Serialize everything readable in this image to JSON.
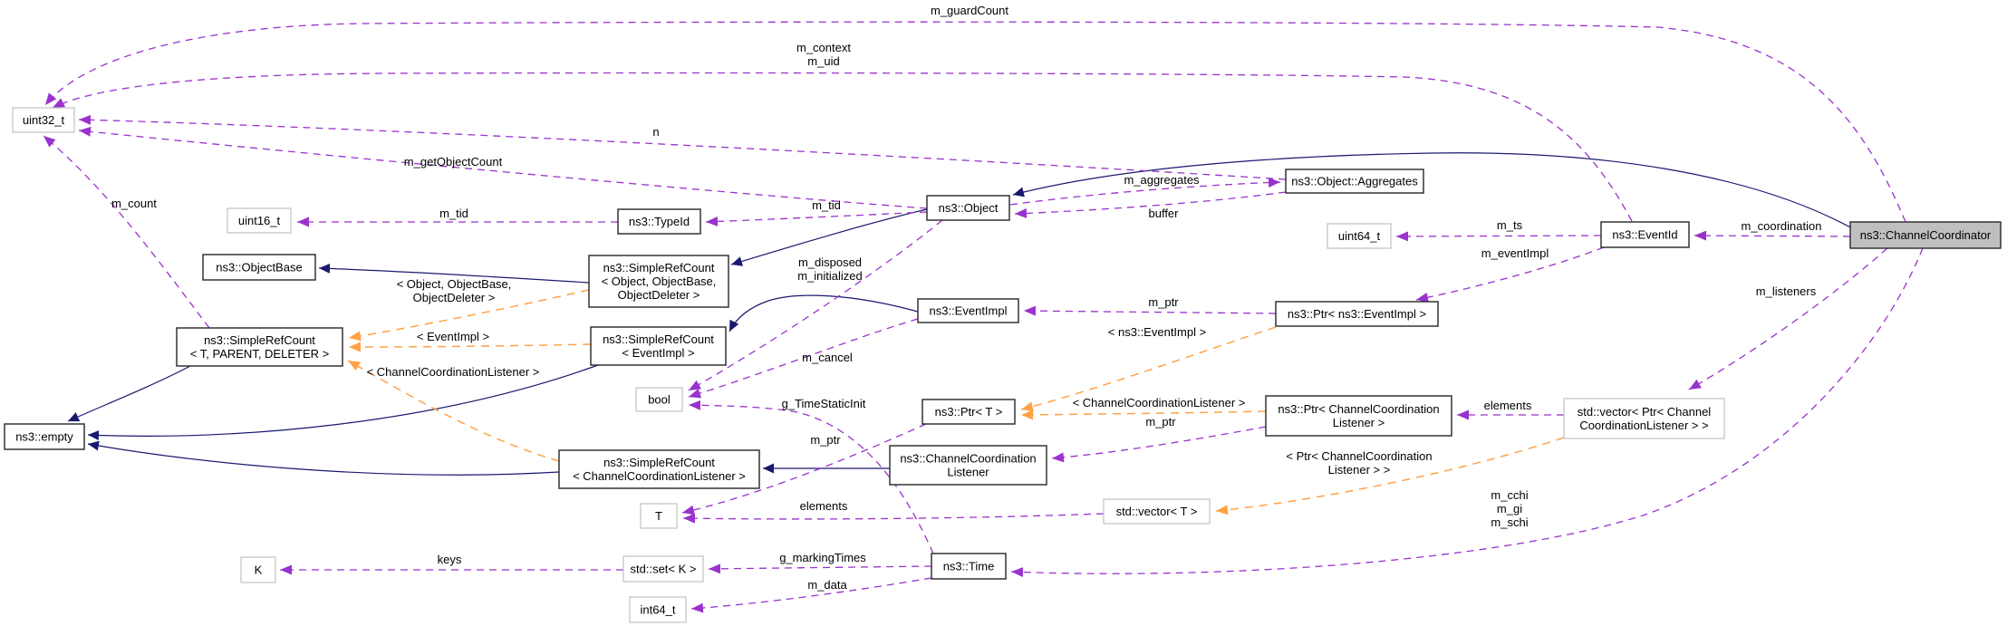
{
  "diagram": {
    "kind": "doxygen-collaboration-graph",
    "highlighted_node": "ns3::ChannelCoordinator",
    "colors": {
      "inherit": "#191970",
      "use": "#9a32cd",
      "template": "#ffa245",
      "strong_border": "#333333",
      "weak_border": "#c2c2c2",
      "node_fill": "#ffffff",
      "highlight_fill": "#bfbfbf",
      "text": "#000000",
      "background": "#ffffff"
    },
    "nodes": [
      {
        "id": "uint32_t",
        "kind": "weak",
        "lines": [
          "uint32_t"
        ]
      },
      {
        "id": "uint16_t",
        "kind": "weak",
        "lines": [
          "uint16_t"
        ]
      },
      {
        "id": "objectbase",
        "kind": "strong",
        "lines": [
          "ns3::ObjectBase"
        ]
      },
      {
        "id": "src_tpd",
        "kind": "strong",
        "lines": [
          "ns3::SimpleRefCount",
          "< T, PARENT, DELETER >"
        ]
      },
      {
        "id": "empty",
        "kind": "strong",
        "lines": [
          "ns3::empty"
        ]
      },
      {
        "id": "typeid",
        "kind": "strong",
        "lines": [
          "ns3::TypeId"
        ]
      },
      {
        "id": "src_obj",
        "kind": "strong",
        "lines": [
          "ns3::SimpleRefCount",
          "< Object, ObjectBase,",
          "ObjectDeleter >"
        ]
      },
      {
        "id": "src_evt",
        "kind": "strong",
        "lines": [
          "ns3::SimpleRefCount",
          "< EventImpl >"
        ]
      },
      {
        "id": "bool",
        "kind": "weak",
        "lines": [
          "bool"
        ]
      },
      {
        "id": "src_ccl",
        "kind": "strong",
        "lines": [
          "ns3::SimpleRefCount",
          "< ChannelCoordinationListener >"
        ]
      },
      {
        "id": "t",
        "kind": "weak",
        "lines": [
          "T"
        ]
      },
      {
        "id": "k",
        "kind": "weak",
        "lines": [
          "K"
        ]
      },
      {
        "id": "set_k",
        "kind": "weak",
        "lines": [
          "std::set< K >"
        ]
      },
      {
        "id": "int64_t",
        "kind": "weak",
        "lines": [
          "int64_t"
        ]
      },
      {
        "id": "time",
        "kind": "strong",
        "lines": [
          "ns3::Time"
        ]
      },
      {
        "id": "object",
        "kind": "strong",
        "lines": [
          "ns3::Object"
        ]
      },
      {
        "id": "eventimpl",
        "kind": "strong",
        "lines": [
          "ns3::EventImpl"
        ]
      },
      {
        "id": "ptr_t",
        "kind": "strong",
        "lines": [
          "ns3::Ptr< T >"
        ]
      },
      {
        "id": "ccl",
        "kind": "strong",
        "lines": [
          "ns3::ChannelCoordination",
          "Listener"
        ]
      },
      {
        "id": "vector_t",
        "kind": "weak",
        "lines": [
          "std::vector< T >"
        ]
      },
      {
        "id": "aggregates",
        "kind": "strong",
        "lines": [
          "ns3::Object::Aggregates"
        ]
      },
      {
        "id": "uint64_t",
        "kind": "weak",
        "lines": [
          "uint64_t"
        ]
      },
      {
        "id": "ptr_eventimpl",
        "kind": "strong",
        "lines": [
          "ns3::Ptr< ns3::EventImpl >"
        ]
      },
      {
        "id": "ptr_ccl",
        "kind": "strong",
        "lines": [
          "ns3::Ptr< ChannelCoordination",
          "Listener >"
        ]
      },
      {
        "id": "vector_ptr_ccl",
        "kind": "weak",
        "lines": [
          "std::vector< Ptr< Channel",
          "CoordinationListener > >"
        ]
      },
      {
        "id": "eventid",
        "kind": "strong",
        "lines": [
          "ns3::EventId"
        ]
      },
      {
        "id": "coordinator",
        "kind": "highlight",
        "lines": [
          "ns3::ChannelCoordinator"
        ]
      }
    ],
    "edges": [
      {
        "id": "i_cc_obj",
        "from": "coordinator",
        "to": "object",
        "kind": "inherit",
        "labels": []
      },
      {
        "id": "i_obj_srcobj",
        "from": "object",
        "to": "src_obj",
        "kind": "inherit",
        "labels": []
      },
      {
        "id": "i_srcobj_ob",
        "from": "src_obj",
        "to": "objectbase",
        "kind": "inherit",
        "labels": []
      },
      {
        "id": "i_evt_srcevt",
        "from": "eventimpl",
        "to": "src_evt",
        "kind": "inherit",
        "labels": []
      },
      {
        "id": "i_ccl_srcccl",
        "from": "ccl",
        "to": "src_ccl",
        "kind": "inherit",
        "labels": []
      },
      {
        "id": "i_srctpd_empty",
        "from": "src_tpd",
        "to": "empty",
        "kind": "inherit",
        "labels": []
      },
      {
        "id": "i_srcevt_empty",
        "from": "src_evt",
        "to": "empty",
        "kind": "inherit",
        "labels": []
      },
      {
        "id": "i_srcccl_empty",
        "from": "src_ccl",
        "to": "empty",
        "kind": "inherit",
        "labels": []
      },
      {
        "id": "u_guard",
        "from": "coordinator",
        "to": "uint32_t",
        "kind": "use",
        "labels": [
          "m_guardCount"
        ]
      },
      {
        "id": "u_ctx",
        "from": "eventid",
        "to": "uint32_t",
        "kind": "use",
        "labels": [
          "m_context",
          "m_uid"
        ]
      },
      {
        "id": "u_n",
        "from": "aggregates",
        "to": "uint32_t",
        "kind": "use",
        "labels": [
          "n"
        ]
      },
      {
        "id": "u_goc",
        "from": "object",
        "to": "uint32_t",
        "kind": "use",
        "labels": [
          "m_getObjectCount"
        ]
      },
      {
        "id": "u_count",
        "from": "src_tpd",
        "to": "uint32_t",
        "kind": "use",
        "labels": [
          "m_count"
        ]
      },
      {
        "id": "u_tid_l",
        "from": "typeid",
        "to": "uint16_t",
        "kind": "use",
        "labels": [
          "m_tid"
        ]
      },
      {
        "id": "u_tid_r",
        "from": "object",
        "to": "typeid",
        "kind": "use",
        "labels": [
          "m_tid"
        ]
      },
      {
        "id": "u_aggr",
        "from": "object",
        "to": "aggregates",
        "kind": "use",
        "labels": [
          "m_aggregates"
        ]
      },
      {
        "id": "u_buffer",
        "from": "aggregates",
        "to": "object",
        "kind": "use",
        "labels": [
          "buffer"
        ]
      },
      {
        "id": "u_disp",
        "from": "object",
        "to": "bool",
        "kind": "use",
        "labels": [
          "m_disposed",
          "m_initialized"
        ]
      },
      {
        "id": "u_cancel",
        "from": "eventimpl",
        "to": "bool",
        "kind": "use",
        "labels": [
          "m_cancel"
        ]
      },
      {
        "id": "u_tsi",
        "from": "time",
        "to": "bool",
        "kind": "use",
        "labels": [
          "g_TimeStaticInit"
        ]
      },
      {
        "id": "u_mptr_t",
        "from": "ptr_t",
        "to": "t",
        "kind": "use",
        "labels": [
          "m_ptr"
        ]
      },
      {
        "id": "u_elem_t",
        "from": "vector_t",
        "to": "t",
        "kind": "use",
        "labels": [
          "elements"
        ]
      },
      {
        "id": "u_keys",
        "from": "set_k",
        "to": "k",
        "kind": "use",
        "labels": [
          "keys"
        ]
      },
      {
        "id": "u_gmt",
        "from": "time",
        "to": "set_k",
        "kind": "use",
        "labels": [
          "g_markingTimes"
        ]
      },
      {
        "id": "u_mdata",
        "from": "time",
        "to": "int64_t",
        "kind": "use",
        "labels": [
          "m_data"
        ]
      },
      {
        "id": "u_mts",
        "from": "eventid",
        "to": "uint64_t",
        "kind": "use",
        "labels": [
          "m_ts"
        ]
      },
      {
        "id": "u_mei",
        "from": "eventid",
        "to": "ptr_eventimpl",
        "kind": "use",
        "labels": [
          "m_eventImpl"
        ]
      },
      {
        "id": "u_mptr_ei",
        "from": "ptr_eventimpl",
        "to": "eventimpl",
        "kind": "use",
        "labels": [
          "m_ptr"
        ]
      },
      {
        "id": "u_coord",
        "from": "coordinator",
        "to": "eventid",
        "kind": "use",
        "labels": [
          "m_coordination"
        ]
      },
      {
        "id": "u_listeners",
        "from": "coordinator",
        "to": "vector_ptr_ccl",
        "kind": "use",
        "labels": [
          "m_listeners"
        ]
      },
      {
        "id": "u_cchi",
        "from": "coordinator",
        "to": "time",
        "kind": "use",
        "labels": [
          "m_cchi",
          "m_gi",
          "m_schi"
        ]
      },
      {
        "id": "u_elem_ptr",
        "from": "vector_ptr_ccl",
        "to": "ptr_ccl",
        "kind": "use",
        "labels": [
          "elements"
        ]
      },
      {
        "id": "u_mptr_ccl",
        "from": "ptr_ccl",
        "to": "ccl",
        "kind": "use",
        "labels": [
          "m_ptr"
        ]
      },
      {
        "id": "t_srcobj",
        "from": "src_obj",
        "to": "src_tpd",
        "kind": "template",
        "labels": [
          "< Object, ObjectBase,",
          "ObjectDeleter >"
        ]
      },
      {
        "id": "t_srcevt",
        "from": "src_evt",
        "to": "src_tpd",
        "kind": "template",
        "labels": [
          "< EventImpl >"
        ]
      },
      {
        "id": "t_srcccl",
        "from": "src_ccl",
        "to": "src_tpd",
        "kind": "template",
        "labels": [
          "< ChannelCoordinationListener >"
        ]
      },
      {
        "id": "t_ptrei",
        "from": "ptr_eventimpl",
        "to": "ptr_t",
        "kind": "template",
        "labels": [
          "< ns3::EventImpl >"
        ]
      },
      {
        "id": "t_ptrccl",
        "from": "ptr_ccl",
        "to": "ptr_t",
        "kind": "template",
        "labels": [
          "< ChannelCoordinationListener >"
        ]
      },
      {
        "id": "t_vec",
        "from": "vector_ptr_ccl",
        "to": "vector_t",
        "kind": "template",
        "labels": [
          "< Ptr< ChannelCoordination",
          "Listener > >"
        ]
      }
    ]
  }
}
